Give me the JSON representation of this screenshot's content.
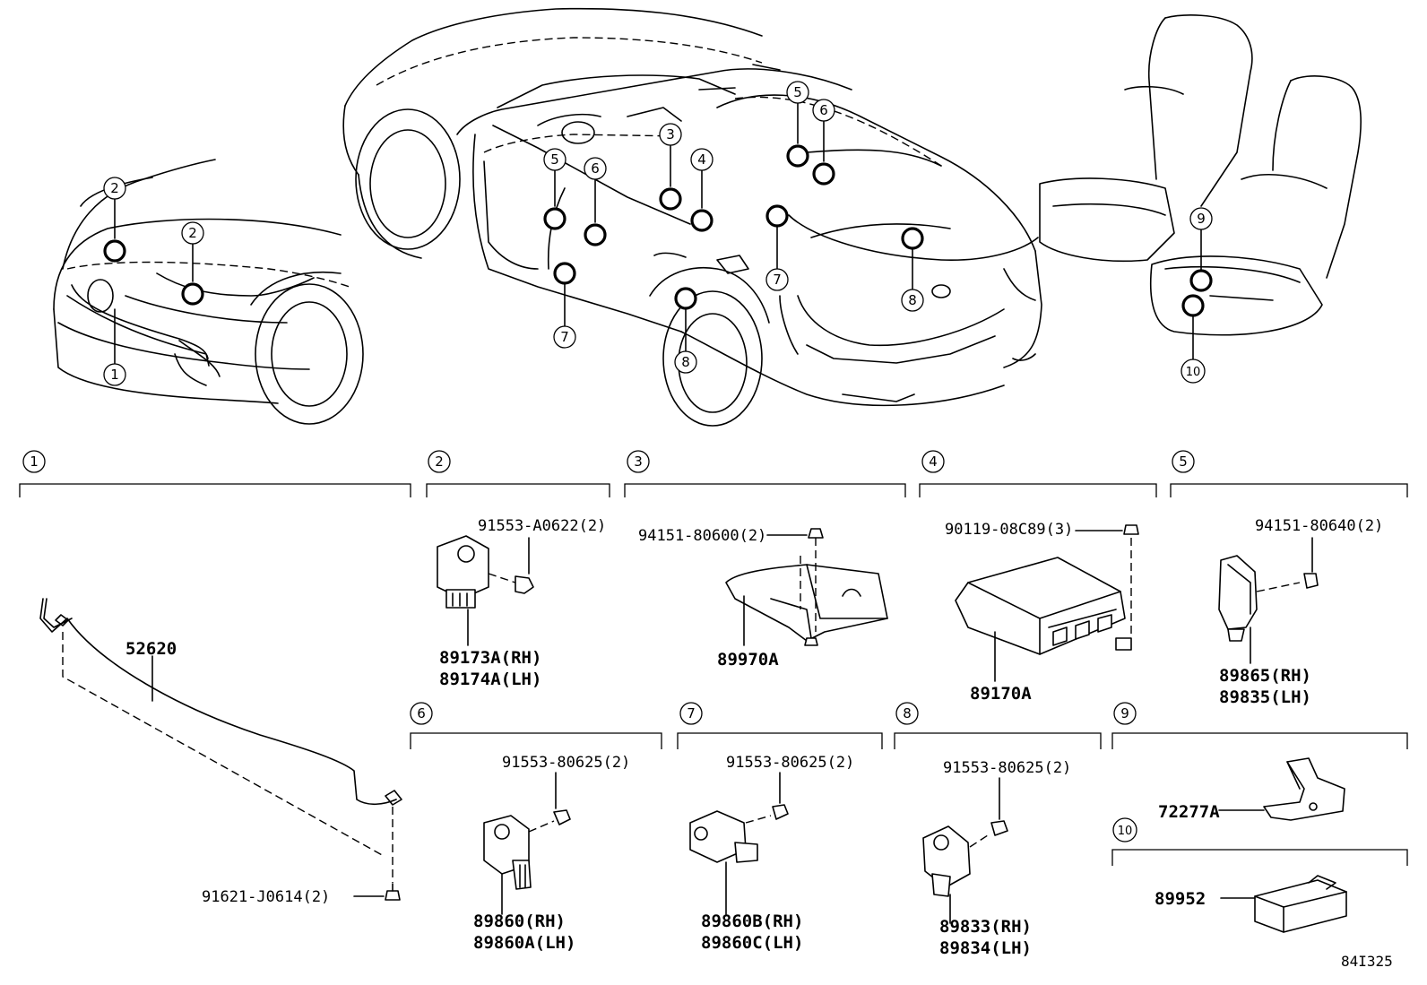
{
  "callouts": {
    "front": [
      "2",
      "2",
      "1"
    ],
    "cabin": [
      "5",
      "6",
      "3",
      "4",
      "5",
      "6",
      "7",
      "8",
      "7",
      "8"
    ],
    "seat": [
      "9",
      "10"
    ]
  },
  "groups": [
    {
      "num": "1",
      "parts": [
        "52620",
        "91621-J0614(2)"
      ]
    },
    {
      "num": "2",
      "parts": [
        "91553-A0622(2)",
        "89173A(RH)",
        "89174A(LH)"
      ]
    },
    {
      "num": "3",
      "parts": [
        "94151-80600(2)",
        "89970A"
      ]
    },
    {
      "num": "4",
      "parts": [
        "90119-08C89(3)",
        "89170A"
      ]
    },
    {
      "num": "5",
      "parts": [
        "94151-80640(2)",
        "89865(RH)",
        "89835(LH)"
      ]
    },
    {
      "num": "6",
      "parts": [
        "91553-80625(2)",
        "89860(RH)",
        "89860A(LH)"
      ]
    },
    {
      "num": "7",
      "parts": [
        "91553-80625(2)",
        "89860B(RH)",
        "89860C(LH)"
      ]
    },
    {
      "num": "8",
      "parts": [
        "91553-80625(2)",
        "89833(RH)",
        "89834(LH)"
      ]
    },
    {
      "num": "9",
      "parts": [
        "72277A"
      ]
    },
    {
      "num": "10",
      "parts": [
        "89952"
      ]
    }
  ],
  "figure_id": "84I325"
}
